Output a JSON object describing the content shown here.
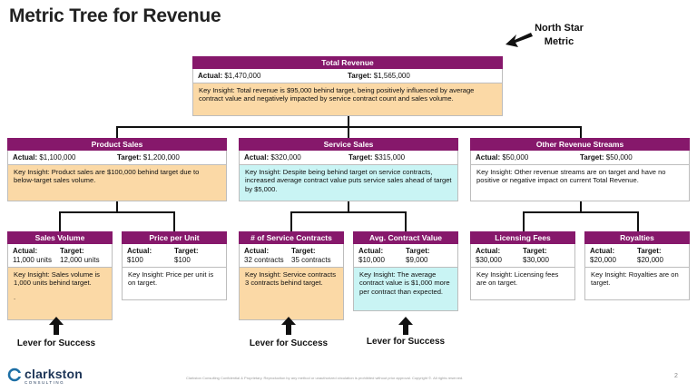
{
  "title": "Metric Tree for Revenue",
  "north_star_label": "North Star Metric",
  "total": {
    "header": "Total Revenue",
    "actual_label": "Actual:",
    "actual_value": "$1,470,000",
    "target_label": "Target:",
    "target_value": "$1,565,000",
    "insight": "Key Insight: Total revenue is $95,000 behind target, being positively influenced by average contract value and negatively impacted by service contract count and sales volume."
  },
  "level2": [
    {
      "header": "Product Sales",
      "actual_label": "Actual:",
      "actual_value": "$1,100,000",
      "target_label": "Target:",
      "target_value": "$1,200,000",
      "insight": "Key Insight: Product sales are $100,000 behind target due to below-target sales volume."
    },
    {
      "header": "Service Sales",
      "actual_label": "Actual:",
      "actual_value": "$320,000",
      "target_label": "Target:",
      "target_value": "$315,000",
      "insight": "Key Insight: Despite being behind target on service contracts, increased average contract value puts service sales ahead of target by $5,000."
    },
    {
      "header": "Other Revenue Streams",
      "actual_label": "Actual:",
      "actual_value": "$50,000",
      "target_label": "Target:",
      "target_value": "$50,000",
      "insight": "Key Insight: Other revenue streams are on target and have no positive or negative impact on current Total Revenue."
    }
  ],
  "level3": [
    {
      "header": "Sales Volume",
      "actual_label": "Actual:",
      "actual_value": "11,000 units",
      "target_label": "Target:",
      "target_value": "12,000 units",
      "insight": "Key Insight: Sales volume is 1,000 units behind target.",
      "extra": "."
    },
    {
      "header": "Price per Unit",
      "actual_label": "Actual:",
      "actual_value": "$100",
      "target_label": "Target:",
      "target_value": "$100",
      "insight": "Key Insight: Price per unit is on target."
    },
    {
      "header": "# of Service Contracts",
      "actual_label": "Actual:",
      "actual_value": "32 contracts",
      "target_label": "Target:",
      "target_value": "35 contracts",
      "insight": "Key Insight: Service contracts 3 contracts behind target."
    },
    {
      "header": "Avg. Contract Value",
      "actual_label": "Actual:",
      "actual_value": "$10,000",
      "target_label": "Target:",
      "target_value": "$9,000",
      "insight": "Key Insight: The average contract value is $1,000 more per contract than expected."
    },
    {
      "header": "Licensing Fees",
      "actual_label": "Actual:",
      "actual_value": "$30,000",
      "target_label": "Target:",
      "target_value": "$30,000",
      "insight": "Key Insight: Licensing fees are on target."
    },
    {
      "header": "Royalties",
      "actual_label": "Actual:",
      "actual_value": "$20,000",
      "target_label": "Target:",
      "target_value": "$20,000",
      "insight": "Key Insight: Royalties are on target."
    }
  ],
  "lever_label": "Lever for Success",
  "logo": {
    "name": "clarkston",
    "sub": "CONSULTING"
  },
  "footer": "Clarkston Consulting Confidential & Proprietary. Reproduction by any method or unauthorized circulation is prohibited without prior approval. Copyright ©. All rights reserved.",
  "page_number": "2",
  "colors": {
    "header": "#86186b",
    "orange": "#fbd9a6",
    "cyan": "#c9f4f4"
  }
}
